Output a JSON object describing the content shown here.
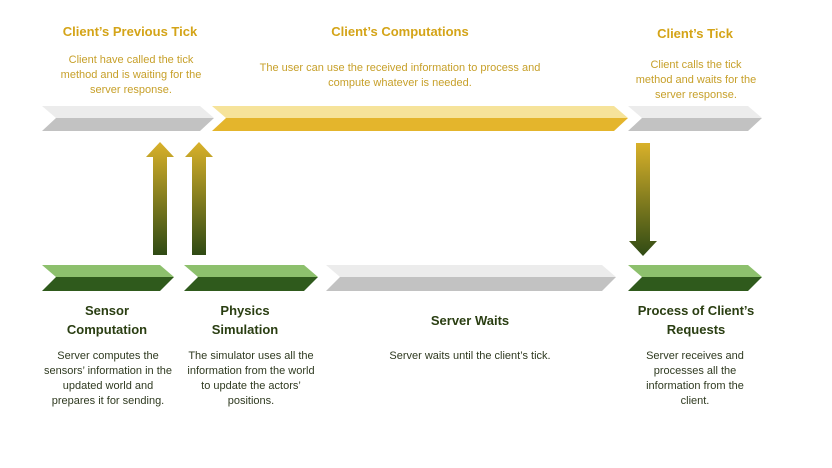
{
  "top": {
    "previous_tick": {
      "title": "Client’s Previous Tick",
      "desc": "Client have called the tick method and is waiting for the server response."
    },
    "computations": {
      "title": "Client’s Computations",
      "desc": "The user can use the received information to process and compute whatever is needed."
    },
    "tick": {
      "title": "Client’s Tick",
      "desc": "Client calls the tick method and waits for the server response."
    }
  },
  "bottom": {
    "sensor": {
      "title": "Sensor Computation",
      "desc": "Server computes the sensors’ information in the updated world and prepares it for sending."
    },
    "physics": {
      "title": "Physics Simulation",
      "desc": "The simulator uses all the information from the world to update the actors’ positions."
    },
    "server_waits": {
      "title": "Server Waits",
      "desc": "Server waits until the client’s tick."
    },
    "process": {
      "title": "Process of Client’s Requests",
      "desc": "Server receives and processes all the information from the client."
    }
  },
  "colors": {
    "gold": "#d4a418",
    "light_gold": "#f6e39a",
    "light_grey": "#ececec",
    "mid_grey": "#c2c2c2",
    "light_green": "#8dc06d",
    "dark_green": "#2f5a1c"
  },
  "icons": [
    "up-arrow-icon",
    "down-arrow-icon"
  ]
}
